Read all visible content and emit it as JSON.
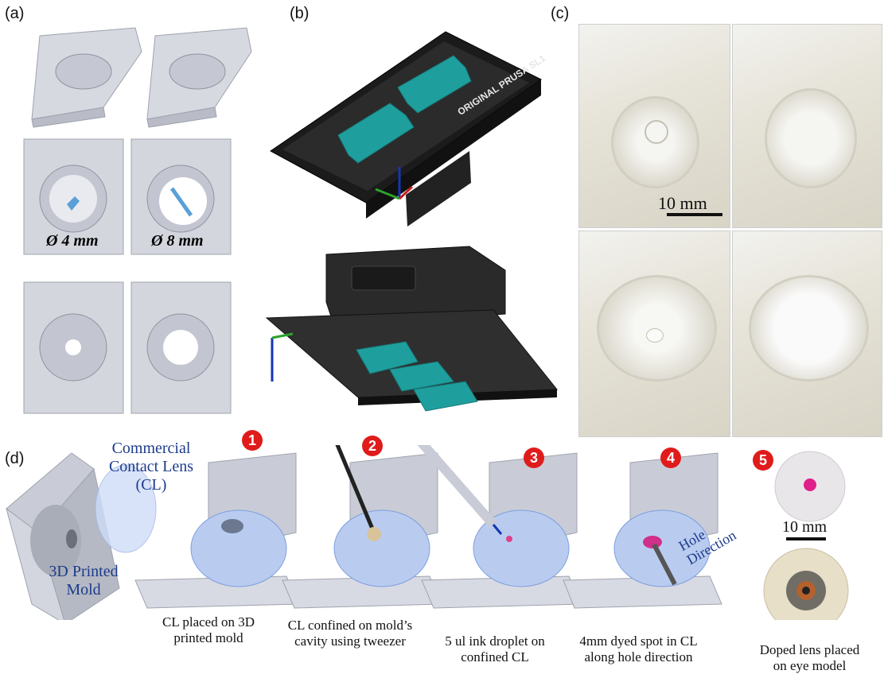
{
  "panels": {
    "a": {
      "label": "(a)",
      "dim_small": "Ø 4 mm",
      "dim_large": "Ø 8 mm"
    },
    "b": {
      "label": "(b)",
      "printer_brand": "ORIGINAL PRUSA SL1"
    },
    "c": {
      "label": "(c)",
      "scale_bar": "10 mm"
    },
    "d": {
      "label": "(d)",
      "lens_label": [
        "Commercial",
        "Contact Lens",
        "(CL)"
      ],
      "mold_label": [
        "3D Printed",
        "Mold"
      ],
      "hole_label": [
        "Hole",
        "Direction"
      ],
      "scale_bar": "10 mm",
      "steps": [
        {
          "num": "1",
          "caption": [
            "CL placed on 3D",
            "printed mold"
          ]
        },
        {
          "num": "2",
          "caption": [
            "CL confined on mold’s",
            "cavity using tweezer"
          ]
        },
        {
          "num": "3",
          "caption": [
            "5 ul ink droplet on",
            "confined CL"
          ]
        },
        {
          "num": "4",
          "caption": [
            "4mm dyed spot in CL",
            "along hole direction"
          ]
        },
        {
          "num": "5",
          "caption": [
            "Doped lens placed",
            "on eye model"
          ]
        }
      ]
    }
  },
  "colors": {
    "step_badge": "#e01b1b",
    "printer_part": "#1f9e9e",
    "mold": "#c9ccd6",
    "lens": "#a9c4f0",
    "arrow": "#5aa0d8"
  }
}
